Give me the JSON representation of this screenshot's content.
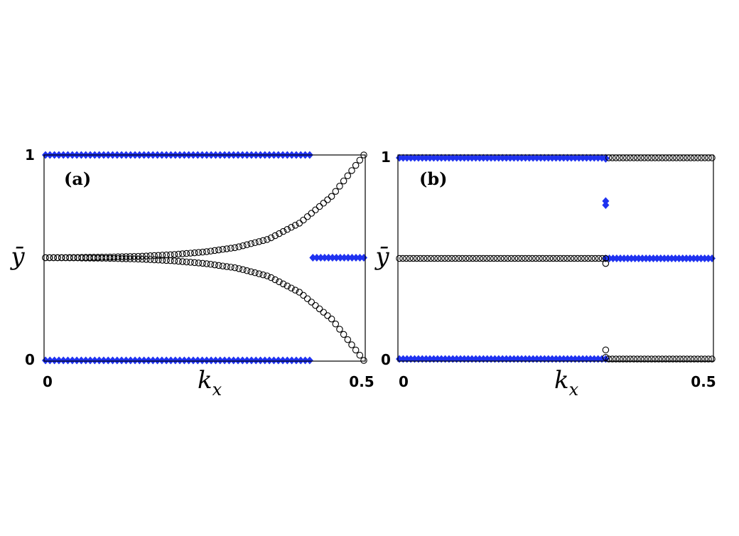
{
  "colors": {
    "circle_stroke": "#000000",
    "diamond_fill": "#1f32f0",
    "frame": "#000000"
  },
  "chart_data": [
    {
      "type": "scatter",
      "panel_label": "(a)",
      "xlabel_main": "k",
      "xlabel_sub": "x",
      "ylabel": "ȳ",
      "xlim": [
        0,
        0.5
      ],
      "ylim": [
        0,
        1
      ],
      "x_tick_labels": [
        "0",
        "0.5"
      ],
      "y_tick_labels": [
        "0",
        "1"
      ],
      "grid": false,
      "series": [
        {
          "marker": "diamond",
          "segments": [
            {
              "y": 1.0,
              "x_from": 0.0,
              "x_to": 0.415,
              "count": 60
            },
            {
              "y": 0.0,
              "x_from": 0.0,
              "x_to": 0.415,
              "count": 60
            },
            {
              "y": 0.5,
              "x_from": 0.42,
              "x_to": 0.5,
              "count": 14
            }
          ]
        },
        {
          "marker": "circle",
          "curve": "split",
          "x_from": 0.0,
          "x_to": 0.5,
          "count": 80,
          "x": [
            0.0,
            0.05,
            0.1,
            0.15,
            0.2,
            0.25,
            0.3,
            0.35,
            0.4,
            0.45,
            0.5
          ],
          "y_upper": [
            0.5,
            0.501,
            0.503,
            0.507,
            0.515,
            0.528,
            0.55,
            0.59,
            0.67,
            0.8,
            1.0
          ],
          "y_lower": [
            0.5,
            0.499,
            0.497,
            0.493,
            0.485,
            0.472,
            0.45,
            0.41,
            0.33,
            0.2,
            0.0
          ]
        }
      ]
    },
    {
      "type": "scatter",
      "panel_label": "(b)",
      "xlabel_main": "k",
      "xlabel_sub": "x",
      "ylabel": "ȳ",
      "xlim": [
        0,
        0.5
      ],
      "ylim": [
        0,
        1
      ],
      "x_tick_labels": [
        "0",
        "0.5"
      ],
      "y_tick_labels": [
        "0",
        "1"
      ],
      "grid": false,
      "series": [
        {
          "marker": "diamond",
          "segments": [
            {
              "y": 1.0,
              "x_from": 0.0,
              "x_to": 0.33,
              "count": 55
            },
            {
              "y": 0.0,
              "x_from": 0.0,
              "x_to": 0.33,
              "count": 55
            },
            {
              "y": 0.5,
              "x_from": 0.33,
              "x_to": 0.5,
              "count": 30
            }
          ],
          "points": [
            {
              "x": 0.33,
              "y": 0.995
            },
            {
              "x": 0.33,
              "y": 0.785
            },
            {
              "x": 0.33,
              "y": 0.765
            }
          ]
        },
        {
          "marker": "circle",
          "segments": [
            {
              "y": 0.5,
              "x_from": 0.0,
              "x_to": 0.33,
              "count": 60
            },
            {
              "y": 1.0,
              "x_from": 0.335,
              "x_to": 0.5,
              "count": 30
            },
            {
              "y": 0.0,
              "x_from": 0.335,
              "x_to": 0.5,
              "count": 30
            }
          ],
          "points": [
            {
              "x": 0.33,
              "y": 0.475
            },
            {
              "x": 0.33,
              "y": 0.045
            },
            {
              "x": 0.33,
              "y": 0.008
            }
          ]
        }
      ]
    }
  ]
}
